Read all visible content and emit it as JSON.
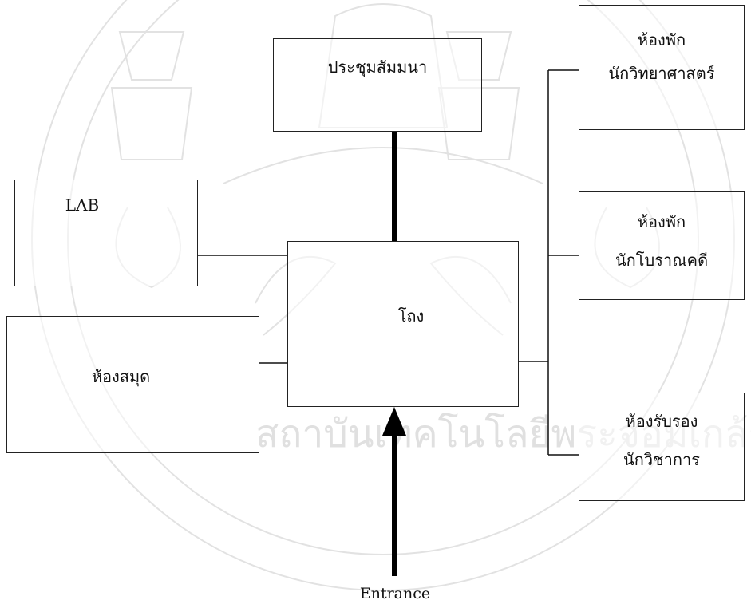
{
  "diagram": {
    "rooms": {
      "seminar": "ประชุมสัมมนา",
      "lab": "LAB",
      "library": "ห้องสมุด",
      "hall": "โถง",
      "scientist_lounge": [
        "ห้องพัก",
        "นักวิทยาศาสตร์"
      ],
      "archaeologist_lounge": [
        "ห้องพัก",
        "นักโบราณคดี"
      ],
      "academic_reception": [
        "ห้องรับรอง",
        "นักวิชาการ"
      ]
    },
    "entrance_label": "Entrance",
    "watermark_text": "สถาบันเทคโนโลยีพระจอมเกล้าเจ้าคุณทหารลาดกระบัง"
  }
}
